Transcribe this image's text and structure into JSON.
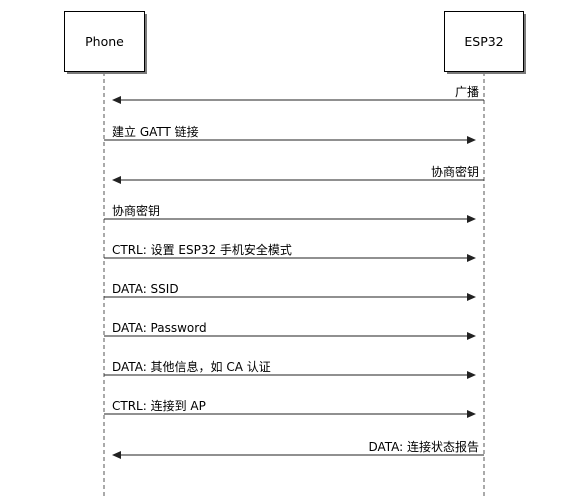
{
  "participants": [
    {
      "label": "Phone"
    },
    {
      "label": "ESP32"
    }
  ],
  "messages": [
    {
      "label": "广播",
      "direction": "to-phone"
    },
    {
      "label": "建立 GATT 链接",
      "direction": "to-esp32"
    },
    {
      "label": "协商密钥",
      "direction": "to-phone"
    },
    {
      "label": "协商密钥",
      "direction": "to-esp32"
    },
    {
      "label": "CTRL: 设置 ESP32 手机安全模式",
      "direction": "to-esp32"
    },
    {
      "label": "DATA: SSID",
      "direction": "to-esp32"
    },
    {
      "label": "DATA: Password",
      "direction": "to-esp32"
    },
    {
      "label": "DATA: 其他信息，如 CA 认证",
      "direction": "to-esp32"
    },
    {
      "label": "CTRL: 连接到 AP",
      "direction": "to-esp32"
    },
    {
      "label": "DATA: 连接状态报告",
      "direction": "to-phone"
    }
  ],
  "colors": {
    "line": "#222222",
    "lifeline": "#555555",
    "box_shadow": "#7a7a7a"
  }
}
